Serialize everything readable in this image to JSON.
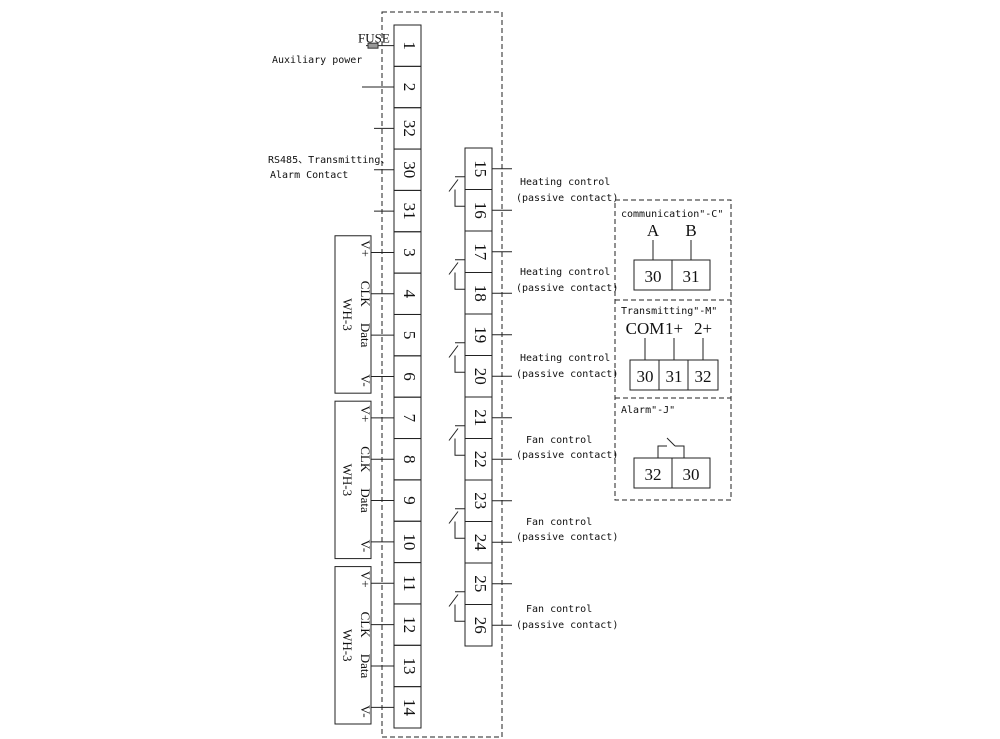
{
  "left_terminals": [
    "1",
    "2",
    "32",
    "30",
    "31",
    "3",
    "4",
    "5",
    "6",
    "7",
    "8",
    "9",
    "10",
    "11",
    "12",
    "13",
    "14"
  ],
  "right_terminals": [
    "15",
    "16",
    "17",
    "18",
    "19",
    "20",
    "21",
    "22",
    "23",
    "24",
    "25",
    "26"
  ],
  "left_labels": {
    "fuse": "FUSE",
    "aux_power": "Auxiliary power",
    "rs485_line1": "RS485、Transmitting、",
    "rs485_line2": "Alarm Contact"
  },
  "sensor_modules": [
    {
      "name": "WH-3",
      "pins": [
        "V+",
        "CLK",
        "Data",
        "V-"
      ]
    },
    {
      "name": "WH-3",
      "pins": [
        "V+",
        "CLK",
        "Data",
        "V-"
      ]
    },
    {
      "name": "WH-3",
      "pins": [
        "V+",
        "CLK",
        "Data",
        "V-"
      ]
    }
  ],
  "outputs": [
    {
      "title": "Heating control",
      "sub": "(passive contact)"
    },
    {
      "title": "Heating control",
      "sub": "(passive contact)"
    },
    {
      "title": "Heating control",
      "sub": "(passive contact)"
    },
    {
      "title": "Fan control",
      "sub": "(passive contact)"
    },
    {
      "title": "Fan control",
      "sub": "(passive contact)"
    },
    {
      "title": "Fan control",
      "sub": "(passive contact)"
    }
  ],
  "options": {
    "comm": {
      "title": "communication\"-C\"",
      "pins": [
        "A",
        "B"
      ],
      "terminals": [
        "30",
        "31"
      ]
    },
    "transmit": {
      "title": "Transmitting\"-M\"",
      "pins": [
        "COM",
        "1+",
        "2+"
      ],
      "terminals": [
        "30",
        "31",
        "32"
      ]
    },
    "alarm": {
      "title": "Alarm\"-J\"",
      "terminals": [
        "32",
        "30"
      ]
    }
  }
}
